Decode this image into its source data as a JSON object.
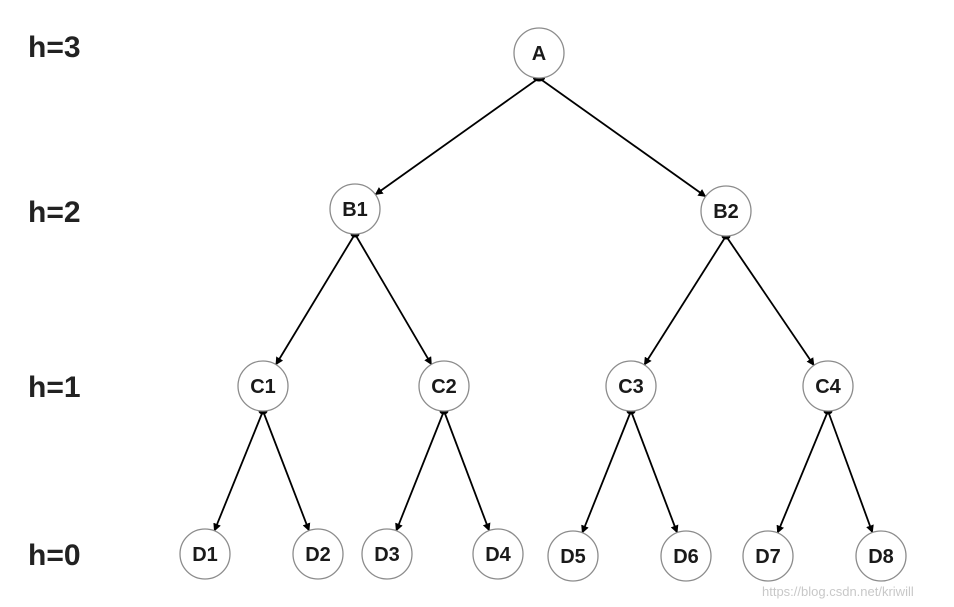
{
  "levels": [
    {
      "id": "h3",
      "label": "h=3"
    },
    {
      "id": "h2",
      "label": "h=2"
    },
    {
      "id": "h1",
      "label": "h=1"
    },
    {
      "id": "h0",
      "label": "h=0"
    }
  ],
  "nodes": [
    {
      "id": "A",
      "label": "A"
    },
    {
      "id": "B1",
      "label": "B1"
    },
    {
      "id": "B2",
      "label": "B2"
    },
    {
      "id": "C1",
      "label": "C1"
    },
    {
      "id": "C2",
      "label": "C2"
    },
    {
      "id": "C3",
      "label": "C3"
    },
    {
      "id": "C4",
      "label": "C4"
    },
    {
      "id": "D1",
      "label": "D1"
    },
    {
      "id": "D2",
      "label": "D2"
    },
    {
      "id": "D3",
      "label": "D3"
    },
    {
      "id": "D4",
      "label": "D4"
    },
    {
      "id": "D5",
      "label": "D5"
    },
    {
      "id": "D6",
      "label": "D6"
    },
    {
      "id": "D7",
      "label": "D7"
    },
    {
      "id": "D8",
      "label": "D8"
    }
  ],
  "edges": [
    {
      "from": "A",
      "to": "B1"
    },
    {
      "from": "A",
      "to": "B2"
    },
    {
      "from": "B1",
      "to": "C1"
    },
    {
      "from": "B1",
      "to": "C2"
    },
    {
      "from": "B2",
      "to": "C3"
    },
    {
      "from": "B2",
      "to": "C4"
    },
    {
      "from": "C1",
      "to": "D1"
    },
    {
      "from": "C1",
      "to": "D2"
    },
    {
      "from": "C2",
      "to": "D3"
    },
    {
      "from": "C2",
      "to": "D4"
    },
    {
      "from": "C3",
      "to": "D5"
    },
    {
      "from": "C3",
      "to": "D6"
    },
    {
      "from": "C4",
      "to": "D7"
    },
    {
      "from": "C4",
      "to": "D8"
    }
  ],
  "watermark": "https://blog.csdn.net/kriwill"
}
